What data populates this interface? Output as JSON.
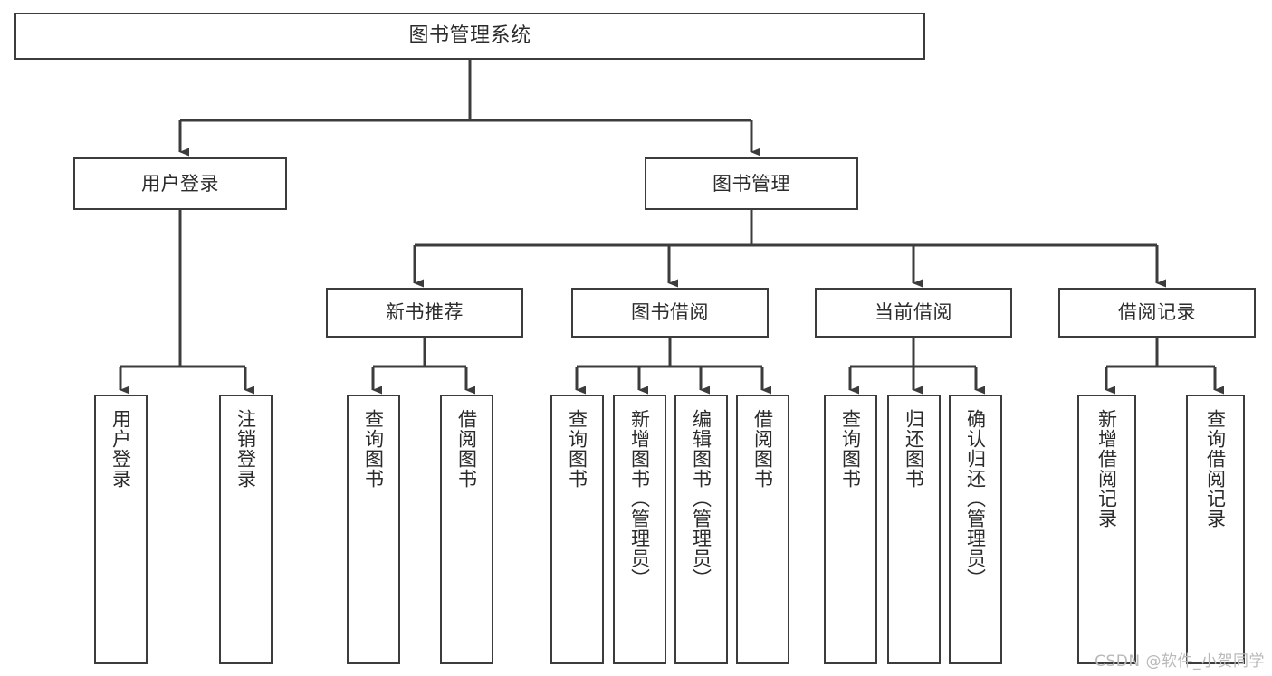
{
  "diagram": {
    "title": "图书管理系统",
    "type": "functional-structure-tree",
    "watermark": "CSDN @软件_小贺同学",
    "colors": {
      "box_border": "#3c3c3c",
      "box_fill": "#ffffff",
      "text": "#2b2b2b",
      "connector": "#3c3c3c",
      "watermark": "#b9b9b9",
      "background": "#ffffff"
    },
    "root": {
      "label": "图书管理系统"
    },
    "level2": [
      {
        "label": "用户登录"
      },
      {
        "label": "图书管理"
      }
    ],
    "level3": [
      {
        "label": "新书推荐"
      },
      {
        "label": "图书借阅"
      },
      {
        "label": "当前借阅"
      },
      {
        "label": "借阅记录"
      }
    ],
    "leaves": {
      "user_login": [
        {
          "label": "用户登录"
        },
        {
          "label": "注销登录"
        }
      ],
      "new_book_recommend": [
        {
          "label": "查询图书"
        },
        {
          "label": "借阅图书"
        }
      ],
      "book_borrow": [
        {
          "label": "查询图书"
        },
        {
          "label": "新增图书（管理员）"
        },
        {
          "label": "编辑图书（管理员）"
        },
        {
          "label": "借阅图书"
        }
      ],
      "current_borrow": [
        {
          "label": "查询图书"
        },
        {
          "label": "归还图书"
        },
        {
          "label": "确认归还（管理员）"
        }
      ],
      "borrow_record": [
        {
          "label": "新增借阅记录"
        },
        {
          "label": "查询借阅记录"
        }
      ]
    }
  }
}
